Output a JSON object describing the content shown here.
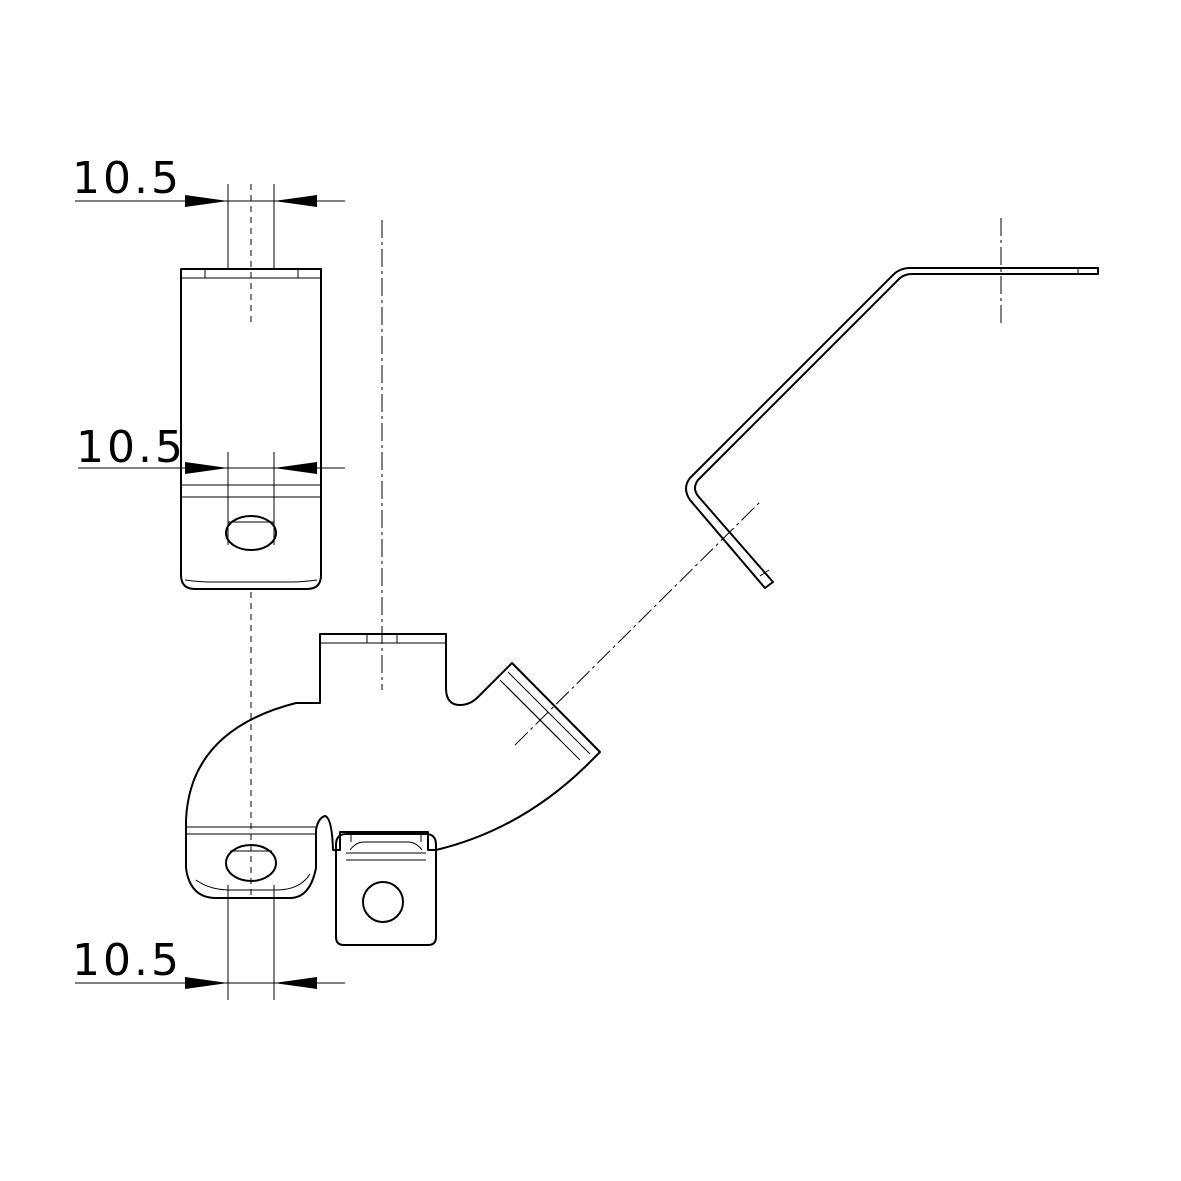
{
  "dimensions": {
    "top_width": "10.5",
    "middle_width": "10.5",
    "bottom_width": "10.5"
  }
}
